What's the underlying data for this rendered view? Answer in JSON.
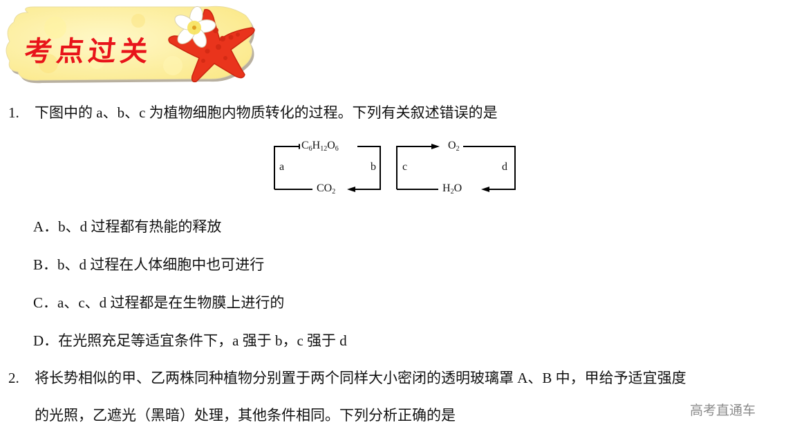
{
  "banner": {
    "title": "考点过关",
    "decoration": [
      "starfish-icon",
      "frangipani-flower-icon"
    ],
    "colors": {
      "title": "#e8141a",
      "background": "#fdf3b0",
      "starfish": "#e9341c",
      "flower_petal": "#ffffff",
      "flower_center": "#f5d43a"
    }
  },
  "questions": [
    {
      "number": "1.",
      "stem": "下图中的 a、b、c 为植物细胞内物质转化的过程。下列有关叙述错误的是",
      "diagram": {
        "cycle_left": {
          "top": {
            "base": "C",
            "parts": [
              [
                "C",
                "6"
              ],
              [
                "H",
                "12"
              ],
              [
                "O",
                "6"
              ]
            ]
          },
          "bottom": {
            "parts": [
              [
                "CO",
                "2"
              ]
            ]
          },
          "left_label": "a",
          "right_label": "b"
        },
        "cycle_right": {
          "top": {
            "parts": [
              [
                "O",
                "2"
              ]
            ]
          },
          "bottom": {
            "parts": [
              [
                "H",
                "2"
              ],
              [
                "O",
                ""
              ]
            ]
          },
          "left_label": "c",
          "right_label": "d"
        }
      },
      "options": [
        {
          "letter": "A．",
          "text": "b、d 过程都有热能的释放"
        },
        {
          "letter": "B．",
          "text": "b、d 过程在人体细胞中也可进行"
        },
        {
          "letter": "C．",
          "text": "a、c、d 过程都是在生物膜上进行的"
        },
        {
          "letter": "D．",
          "text": "在光照充足等适宜条件下，a 强于 b，c 强于 d"
        }
      ]
    },
    {
      "number": "2.",
      "stem_line1": "将长势相似的甲、乙两株同种植物分别置于两个同样大小密闭的透明玻璃罩 A、B 中，甲给予适宜强度",
      "stem_line2": "的光照，乙遮光（黑暗）处理，其他条件相同。下列分析正确的是"
    }
  ],
  "watermark": "高考直通车"
}
